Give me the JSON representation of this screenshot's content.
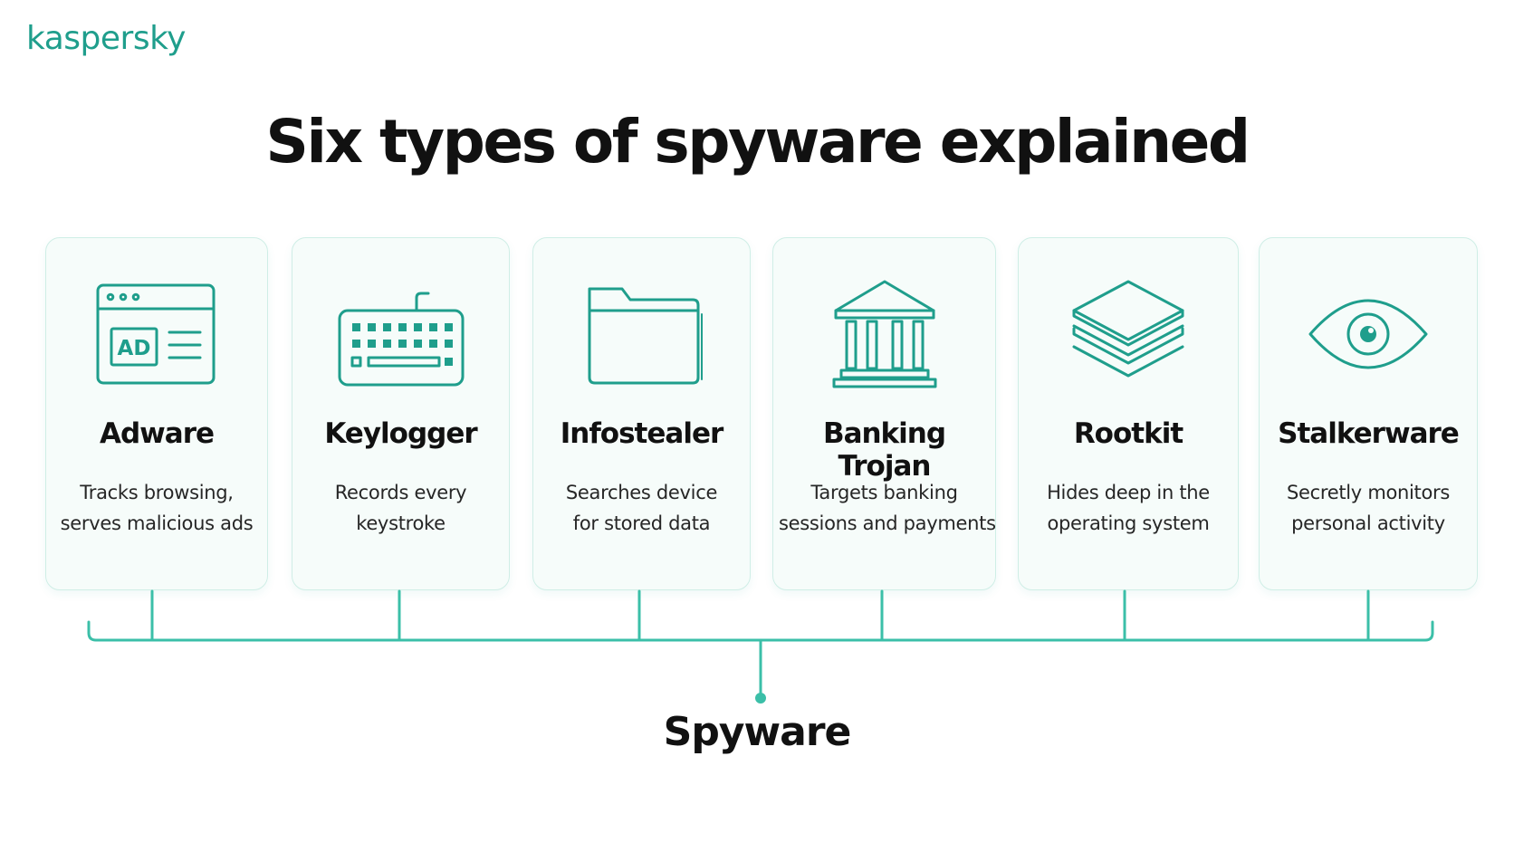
{
  "brand": {
    "name": "kaspersky",
    "color": "#1f9e8c"
  },
  "title": "Six types of spyware explained",
  "root": {
    "label": "Spyware"
  },
  "accent_color": "#1f9e8c",
  "nodes": [
    {
      "name": "Adware",
      "icon": "adware-browser-icon",
      "icon_text": "AD",
      "desc": [
        "Tracks browsing,",
        "serves malicious ads"
      ]
    },
    {
      "name": "Keylogger",
      "icon": "keyboard-icon",
      "desc": [
        "Records every",
        "keystroke"
      ]
    },
    {
      "name": "Infostealer",
      "icon": "folder-icon",
      "desc": [
        "Searches device",
        "for stored data"
      ]
    },
    {
      "name": "Banking Trojan",
      "icon": "bank-icon",
      "desc": [
        "Targets banking",
        "sessions and payments"
      ]
    },
    {
      "name": "Rootkit",
      "icon": "layers-icon",
      "desc": [
        "Hides deep in the",
        "operating system"
      ]
    },
    {
      "name": "Stalkerware",
      "icon": "eye-icon",
      "desc": [
        "Secretly monitors",
        "personal activity"
      ]
    }
  ]
}
